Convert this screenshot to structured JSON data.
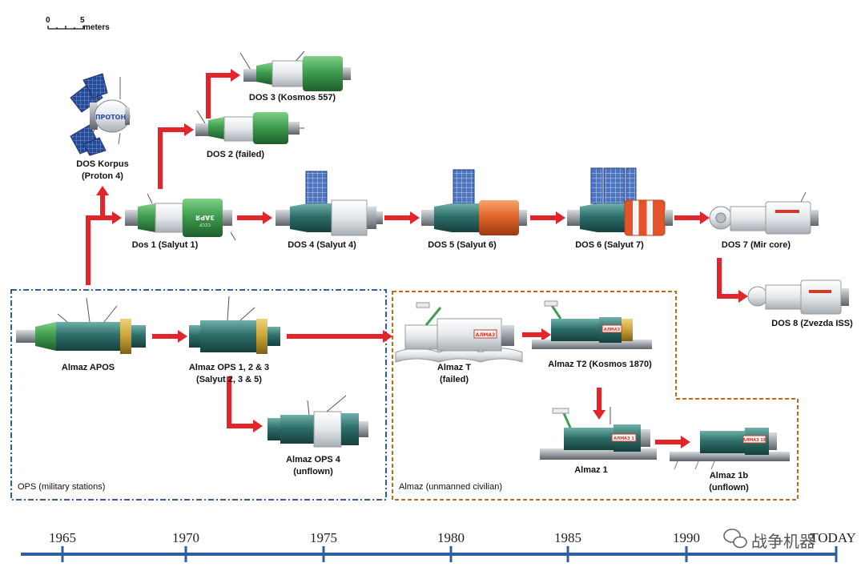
{
  "scale_bar": {
    "start": "0",
    "end": "5",
    "unit": "meters"
  },
  "stations": [
    {
      "id": "dos-korpus",
      "label": [
        "DOS Korpus",
        "(Proton 4)"
      ],
      "emblem": "ПРОТОН"
    },
    {
      "id": "dos-1",
      "label": [
        "Dos 1 (Salyut 1)"
      ],
      "emblem": "ЗАРЯ",
      "emblem_sub": "СССР"
    },
    {
      "id": "dos-2",
      "label": [
        "DOS 2 (failed)"
      ]
    },
    {
      "id": "dos-3",
      "label": [
        "DOS 3 (Kosmos 557)"
      ]
    },
    {
      "id": "dos-4",
      "label": [
        "DOS 4 (Salyut 4)"
      ]
    },
    {
      "id": "dos-5",
      "label": [
        "DOS 5 (Salyut 6)"
      ]
    },
    {
      "id": "dos-6",
      "label": [
        "DOS 6 (Salyut 7)"
      ]
    },
    {
      "id": "dos-7",
      "label": [
        "DOS 7 (Mir core)"
      ]
    },
    {
      "id": "dos-8",
      "label": [
        "DOS 8 (Zvezda ISS)"
      ]
    },
    {
      "id": "almaz-apos",
      "label": [
        "Almaz APOS"
      ]
    },
    {
      "id": "almaz-ops-123",
      "label": [
        "Almaz OPS 1, 2 & 3",
        "(Salyut 2, 3 & 5)"
      ]
    },
    {
      "id": "almaz-ops-4",
      "label": [
        "Almaz OPS 4",
        "(unflown)"
      ]
    },
    {
      "id": "almaz-t",
      "label": [
        "Almaz T",
        "(failed)"
      ],
      "emblem": "АЛМАЗ"
    },
    {
      "id": "almaz-t2",
      "label": [
        "Almaz T2 (Kosmos 1870)"
      ],
      "emblem": "АЛМАЗ"
    },
    {
      "id": "almaz-1",
      "label": [
        "Almaz 1"
      ],
      "emblem": "АЛМАЗ 1"
    },
    {
      "id": "almaz-1b",
      "label": [
        "Almaz 1b",
        "(unflown)"
      ],
      "emblem": "АЛМАЗ 1Б"
    }
  ],
  "groups": {
    "ops": "OPS (military stations)",
    "almaz_civilian": "Almaz (unmanned civilian)"
  },
  "timeline": {
    "years": [
      "1965",
      "1970",
      "1975",
      "1980",
      "1985",
      "1990"
    ],
    "end_label": "TODAY"
  },
  "watermark": "战争机器",
  "colors": {
    "arrow": "#e3242b",
    "ops_border": "#2f5fa8",
    "almaz_border": "#c46a1e",
    "timeline": "#2d5ea6",
    "hull_green": "#3f9e4f",
    "hull_teal": "#2e6f6a",
    "hull_white": "#e9ebee",
    "hull_orange": "#e0672a",
    "panel_blue": "#3b63b3",
    "gold": "#c9a235"
  }
}
